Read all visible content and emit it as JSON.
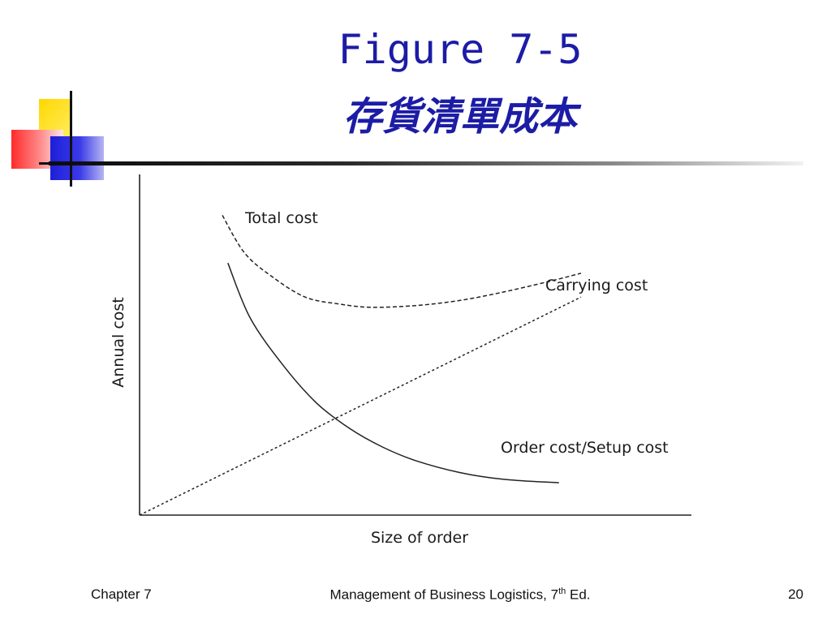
{
  "slide": {
    "title": "Figure 7-5",
    "subtitle": "存貨清單成本"
  },
  "footer": {
    "left": "Chapter 7",
    "center_text": "Management of Business Logistics, 7",
    "center_sup": "th",
    "center_suffix": " Ed.",
    "page_number": "20"
  },
  "chart_data": {
    "type": "line",
    "xlabel": "Size of order",
    "ylabel": "Annual cost",
    "xlim": [
      0,
      100
    ],
    "ylim": [
      0,
      100
    ],
    "grid": false,
    "legend": "labels next to each curve",
    "series": [
      {
        "name": "Total cost",
        "style": "dashed",
        "x": [
          15,
          19,
          24,
          30,
          36,
          42,
          50,
          58,
          66,
          74,
          80
        ],
        "y": [
          88,
          77,
          70,
          64,
          62,
          61,
          61.5,
          63,
          65.5,
          68.5,
          71
        ]
      },
      {
        "name": "Carrying cost",
        "style": "dotted",
        "x": [
          0,
          80
        ],
        "y": [
          0,
          64
        ]
      },
      {
        "name": "Order cost/Setup cost",
        "style": "solid",
        "x": [
          16,
          20,
          26,
          32,
          38,
          44,
          50,
          58,
          66,
          76
        ],
        "y": [
          74,
          58,
          44,
          33,
          25.5,
          20,
          16,
          12.5,
          10.5,
          9.5
        ]
      }
    ]
  }
}
